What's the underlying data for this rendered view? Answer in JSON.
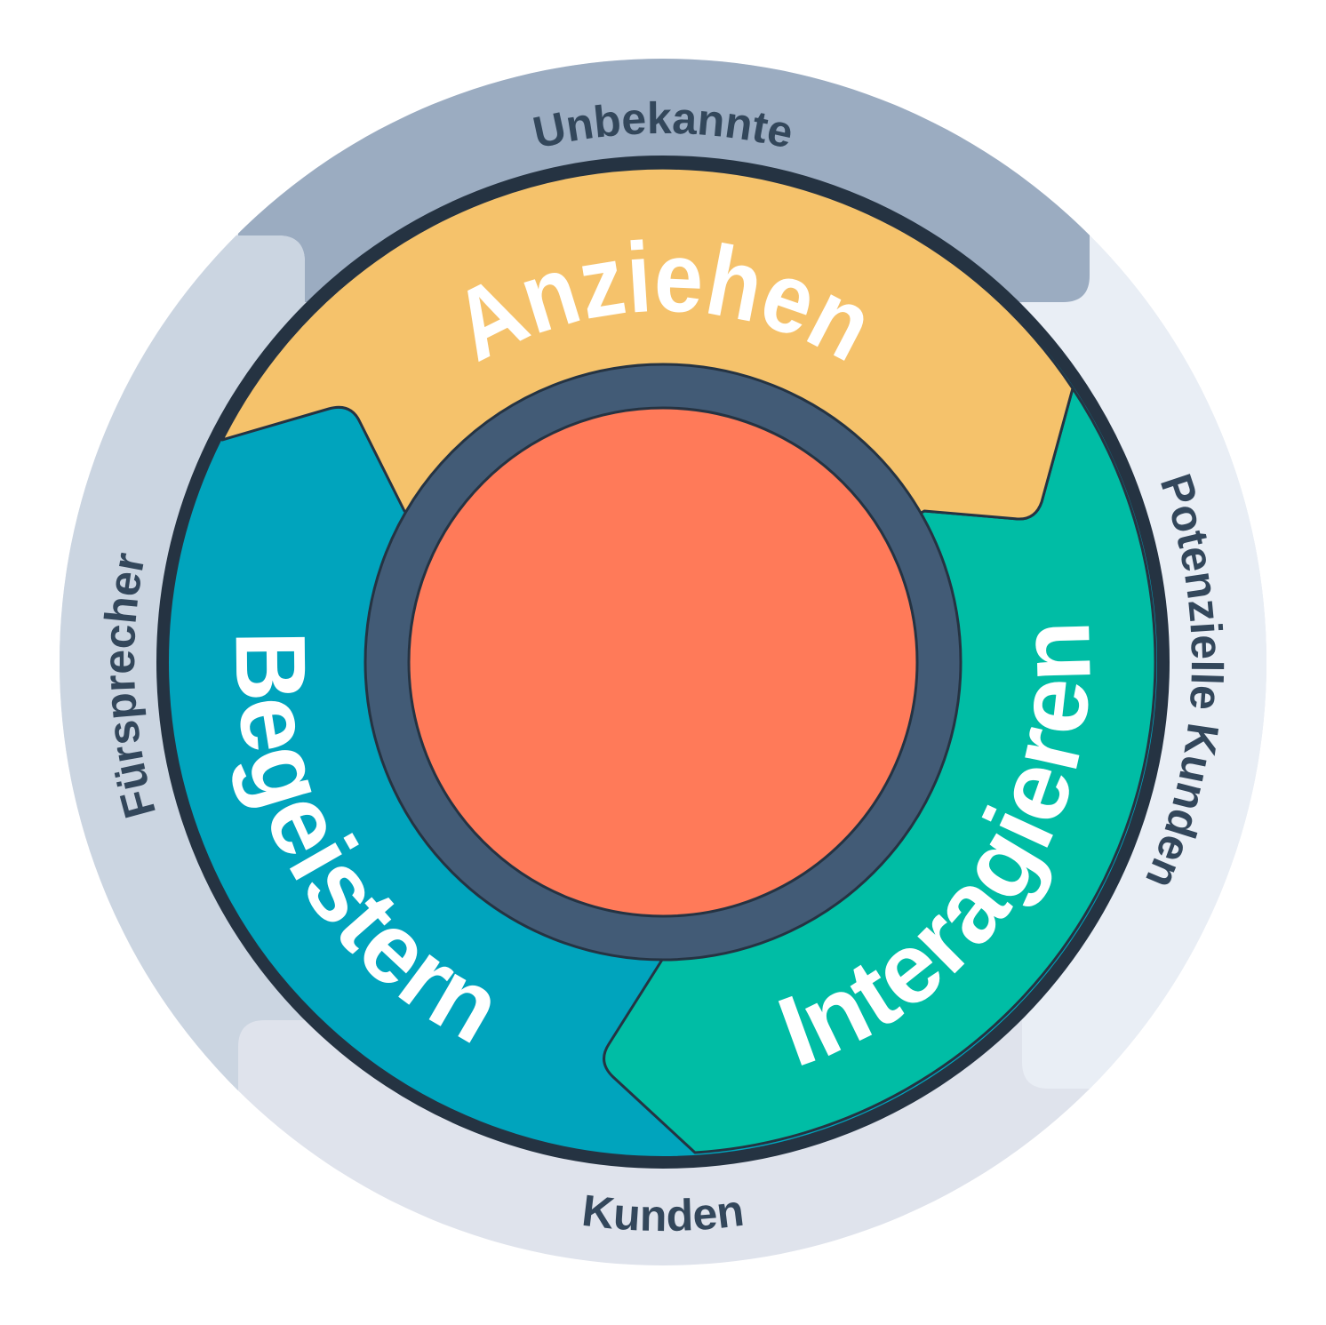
{
  "diagram": {
    "outer_labels": {
      "top": "Unbekannte",
      "right": "Potenzielle Kunden",
      "bottom": "Kunden",
      "left": "Fürsprecher"
    },
    "stages": {
      "attract": "Anziehen",
      "engage": "Interagieren",
      "delight": "Begeistern"
    },
    "colors": {
      "unbekannte": "#9BACC1",
      "potenzielle_kunden": "#E9EEF5",
      "kunden": "#DFE3EC",
      "fuersprecher": "#CBD5E1",
      "anziehen": "#F5C26B",
      "interagieren": "#00BDA5",
      "begeistern": "#00A4BD",
      "hub_ring": "#425B76",
      "hub_center": "#FF7A59",
      "outline": "#253342",
      "label_text": "#33475B"
    }
  }
}
